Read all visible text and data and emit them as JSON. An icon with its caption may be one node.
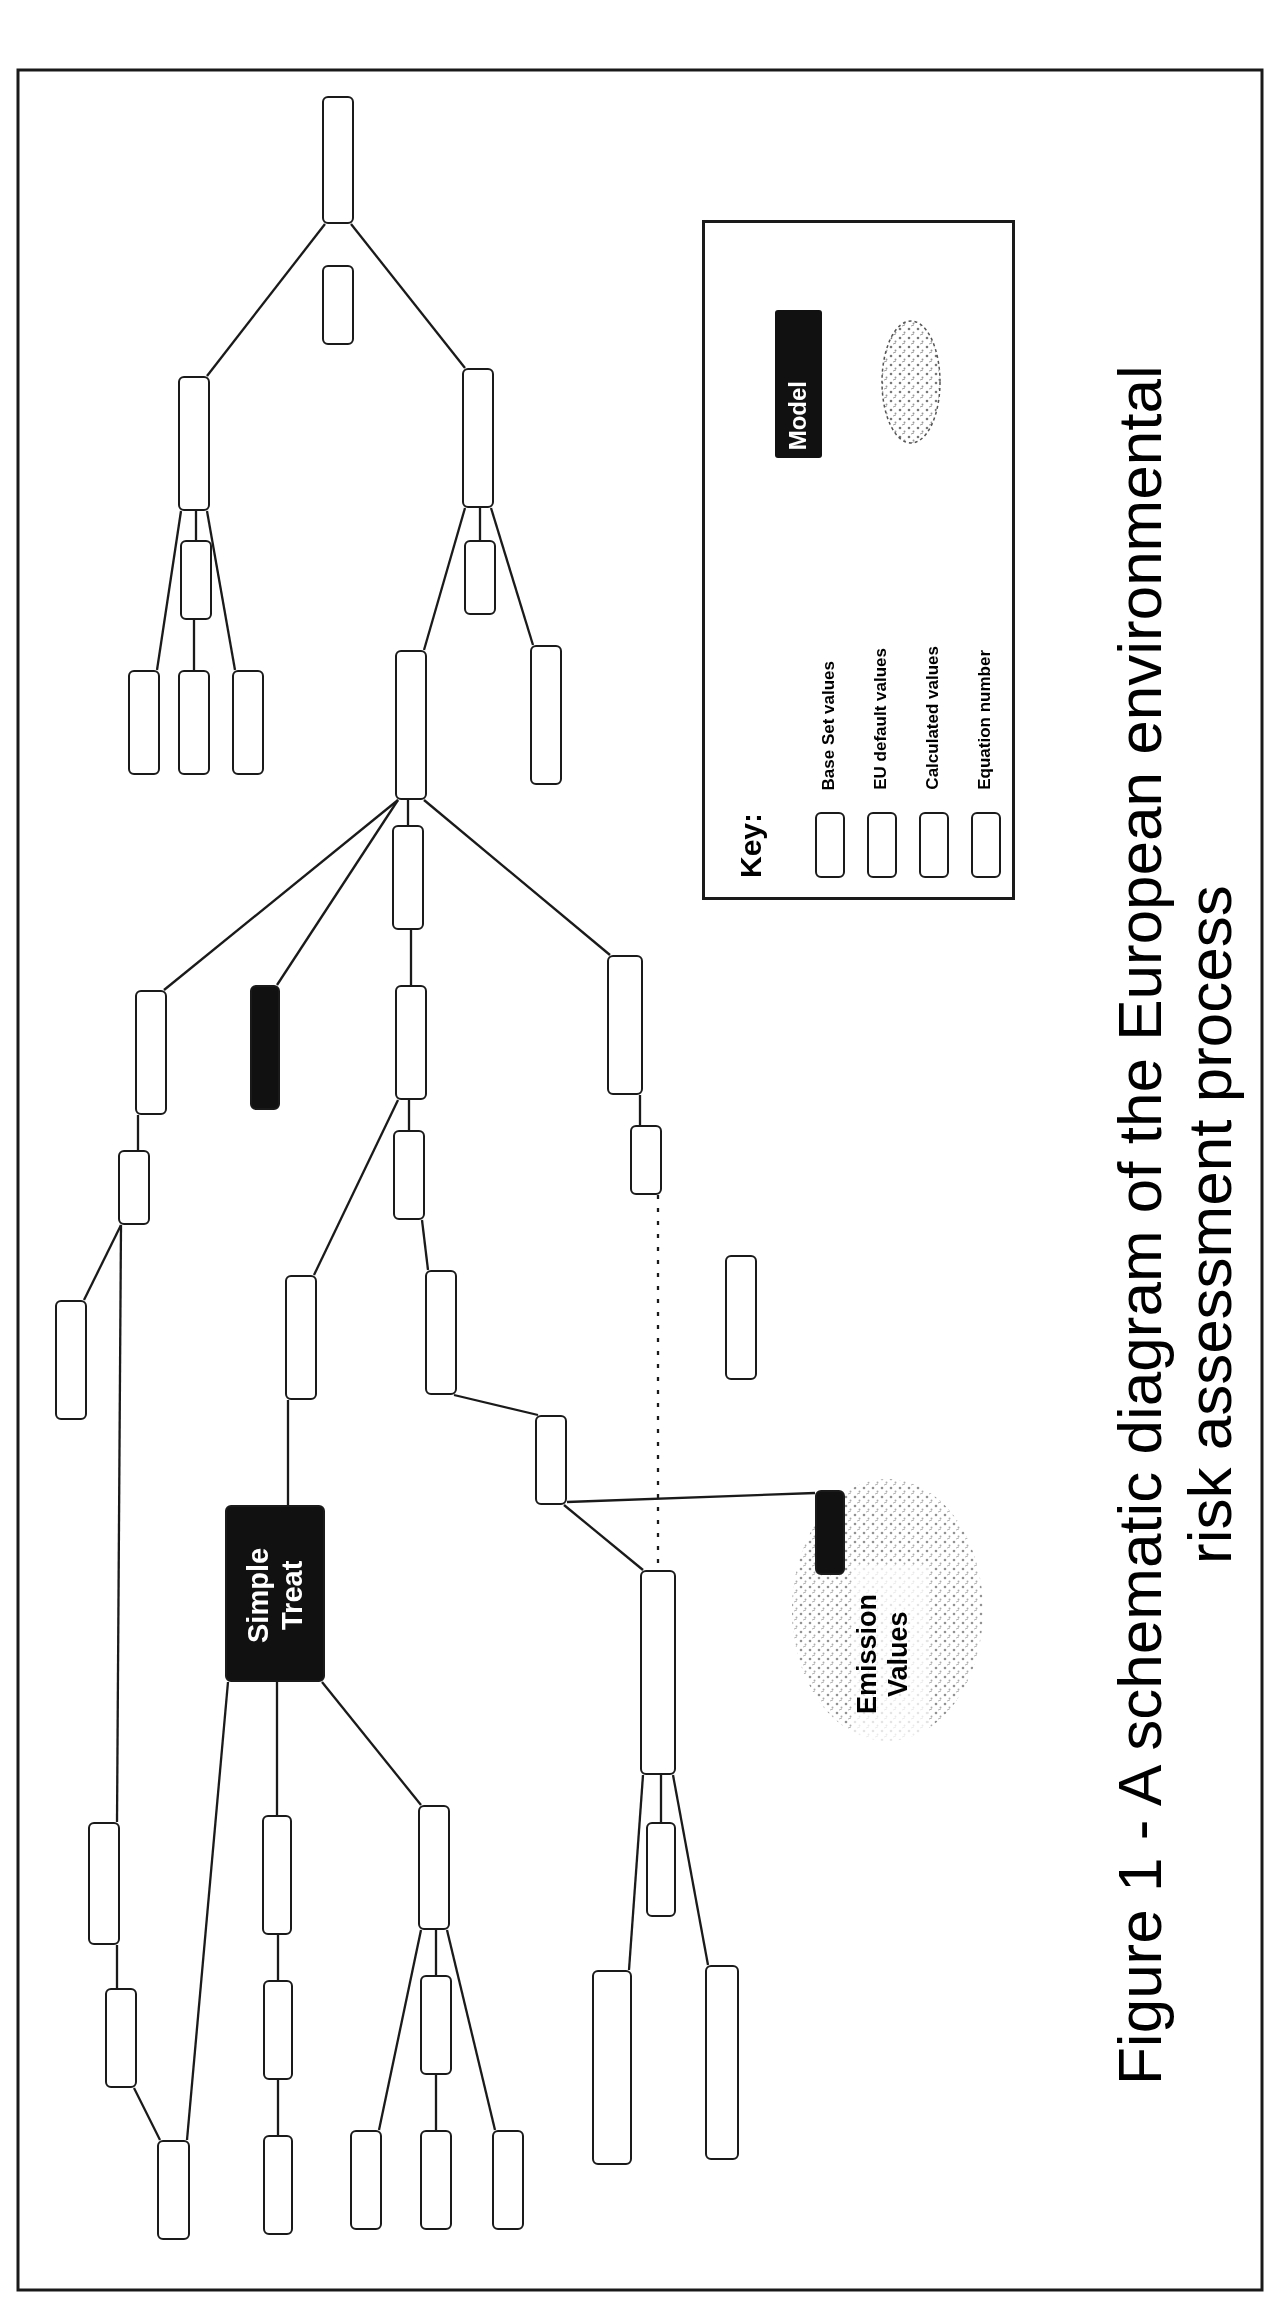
{
  "diagram": {
    "caption": "Figure 1 - A schematic diagram of the European environmental risk assessment process",
    "nodes": [
      {
        "text": [],
        "shape": "box"
      },
      {
        "text": [],
        "shape": "box"
      },
      {
        "text": [],
        "shape": "box"
      },
      {
        "text": [],
        "shape": "box"
      },
      {
        "text": [],
        "shape": "box"
      },
      {
        "text": [],
        "shape": "box"
      },
      {
        "text": [],
        "shape": "box"
      },
      {
        "text": [],
        "shape": "box"
      },
      {
        "text": [],
        "shape": "box"
      },
      {
        "text": [],
        "shape": "box"
      },
      {
        "text": [],
        "shape": "box"
      },
      {
        "text": [],
        "shape": "box"
      },
      {
        "text": [],
        "shape": "box"
      },
      {
        "text": [],
        "shape": "box"
      },
      {
        "text": [],
        "shape": "box"
      },
      {
        "text": [],
        "shape": "box"
      },
      {
        "text": [],
        "shape": "box"
      },
      {
        "text": [],
        "shape": "box"
      },
      {
        "text": [],
        "shape": "box"
      },
      {
        "text": [],
        "shape": "box"
      },
      {
        "text": [],
        "shape": "box"
      },
      {
        "text": [],
        "shape": "box"
      },
      {
        "text": [],
        "shape": "box"
      },
      {
        "text": [],
        "shape": "box"
      },
      {
        "text": [
          "Emission Values"
        ]
      },
      {
        "text": [],
        "shape": "box",
        "in": 24
      },
      {
        "text": [
          "Simple Treat"
        ]
      },
      {
        "text": [],
        "shape": "box"
      },
      {
        "text": [],
        "shape": "box"
      },
      {
        "text": [],
        "shape": "box"
      },
      {
        "text": [],
        "shape": "box"
      },
      {
        "text": [],
        "shape": "box"
      },
      {
        "text": [],
        "shape": "box"
      },
      {
        "text": [],
        "shape": "box"
      },
      {
        "text": [],
        "shape": "box"
      },
      {
        "text": [],
        "shape": "box"
      },
      {
        "text": [],
        "shape": "box"
      },
      {
        "text": [],
        "shape": "box"
      },
      {
        "text": [],
        "shape": "box"
      },
      {
        "text": [],
        "shape": "box"
      },
      {
        "text": [],
        "shape": "box"
      },
      {
        "text": [],
        "shape": "box"
      }
    ],
    "edges": [
      {
        "from": 0,
        "to": 2,
        "arrow": "none"
      },
      {
        "from": 0,
        "to": 3,
        "arrow": "none"
      },
      {
        "from": 2,
        "to": 4,
        "arrow": "none"
      },
      {
        "from": 2,
        "to": 5,
        "arrow": "none"
      },
      {
        "from": 2,
        "to": 7,
        "arrow": "none"
      },
      {
        "from": 4,
        "to": 6,
        "arrow": "none"
      },
      {
        "from": 3,
        "to": 8,
        "arrow": "none"
      },
      {
        "from": 3,
        "to": 9,
        "arrow": "none"
      },
      {
        "from": 3,
        "to": 10,
        "arrow": "none"
      },
      {
        "from": 9,
        "to": 11,
        "arrow": "none"
      },
      {
        "from": 9,
        "to": 12,
        "arrow": "none"
      },
      {
        "from": 9,
        "to": 13,
        "arrow": "none"
      },
      {
        "from": 9,
        "to": 14,
        "arrow": "none"
      },
      {
        "from": 11,
        "to": 15,
        "arrow": "none"
      },
      {
        "from": 15,
        "to": 16,
        "arrow": "none"
      },
      {
        "from": 15,
        "to": 19,
        "arrow": "none"
      },
      {
        "from": 16,
        "to": 20,
        "arrow": "none"
      },
      {
        "from": 12,
        "to": 17,
        "arrow": "none"
      },
      {
        "from": 17,
        "to": 18,
        "arrow": "none"
      },
      {
        "from": 17,
        "to": 28,
        "arrow": "none"
      },
      {
        "from": 19,
        "to": 26,
        "arrow": "none"
      },
      {
        "from": 26,
        "to": 37,
        "arrow": "none"
      },
      {
        "from": 26,
        "to": 29,
        "arrow": "none"
      },
      {
        "from": 26,
        "to": 30,
        "arrow": "none"
      },
      {
        "from": 28,
        "to": 32,
        "arrow": "none"
      },
      {
        "from": 32,
        "to": 37,
        "arrow": "none"
      },
      {
        "from": 29,
        "to": 33,
        "arrow": "none"
      },
      {
        "from": 33,
        "to": 38,
        "arrow": "none"
      },
      {
        "from": 30,
        "to": 34,
        "arrow": "none"
      },
      {
        "from": 30,
        "to": 39,
        "arrow": "none"
      },
      {
        "from": 30,
        "to": 41,
        "arrow": "none"
      },
      {
        "from": 34,
        "to": 40,
        "arrow": "none"
      },
      {
        "from": 20,
        "to": 23,
        "arrow": "none"
      },
      {
        "from": 23,
        "to": 25,
        "arrow": "none"
      },
      {
        "from": 23,
        "to": 27,
        "arrow": "none"
      },
      {
        "from": 14,
        "to": 21,
        "arrow": "none"
      },
      {
        "from": 21,
        "to": 27,
        "arrow": "none",
        "style": "dashed"
      },
      {
        "from": 27,
        "to": 31,
        "arrow": "none"
      },
      {
        "from": 27,
        "to": 35,
        "arrow": "none"
      },
      {
        "from": 27,
        "to": 36,
        "arrow": "none"
      }
    ],
    "labels": [
      "Key:",
      "Model"
    ],
    "legend": [
      {
        "text": "Base Set values"
      },
      {
        "text": "EU default values"
      },
      {
        "text": "Calculated values"
      },
      {
        "text": "Equation number"
      }
    ]
  }
}
